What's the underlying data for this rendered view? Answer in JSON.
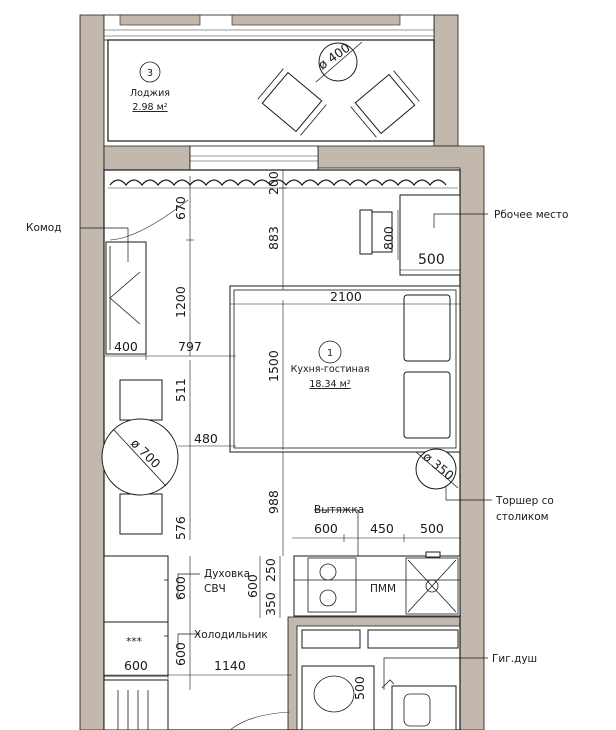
{
  "rooms": {
    "loggia": {
      "number": "3",
      "name": "Лоджия",
      "area": "2.98 м²"
    },
    "living": {
      "number": "1",
      "name": "Кухня-гостиная",
      "area": "18.34 м²"
    }
  },
  "labels": {
    "komod": "Комод",
    "workplace": "Рбочее место",
    "lamp_line1": "Торшер со",
    "lamp_line2": "столиком",
    "hood": "Вытяжка",
    "oven_line1": "Духовка",
    "oven_line2": "СВЧ",
    "fridge": "Холодильник",
    "pmm": "ПММ",
    "hygienic_shower": "Гиг.душ",
    "fridge_mark": "***"
  },
  "dimensions": {
    "d400_loggia": "ø 400",
    "d670": "670",
    "d200": "200",
    "d883": "883",
    "d800": "800",
    "d500_desk": "500",
    "d1200": "1200",
    "d2100": "2100",
    "d400_left": "400",
    "d797": "797",
    "d1500": "1500",
    "d511": "511",
    "d700": "ø 700",
    "d480": "480",
    "d350": "ø 350",
    "d988": "988",
    "d576": "576",
    "d600_k1": "600",
    "d450_k": "450",
    "d500_k": "500",
    "d250": "250",
    "d600_v": "600",
    "d350_v": "350",
    "d600_oven": "600",
    "d600_fridge": "600",
    "d600_bottom": "600",
    "d1140": "1140",
    "d500_bath": "500"
  },
  "colors": {
    "wall": "#c2b8ae",
    "line": "#1a1a1a",
    "background": "#ffffff"
  }
}
